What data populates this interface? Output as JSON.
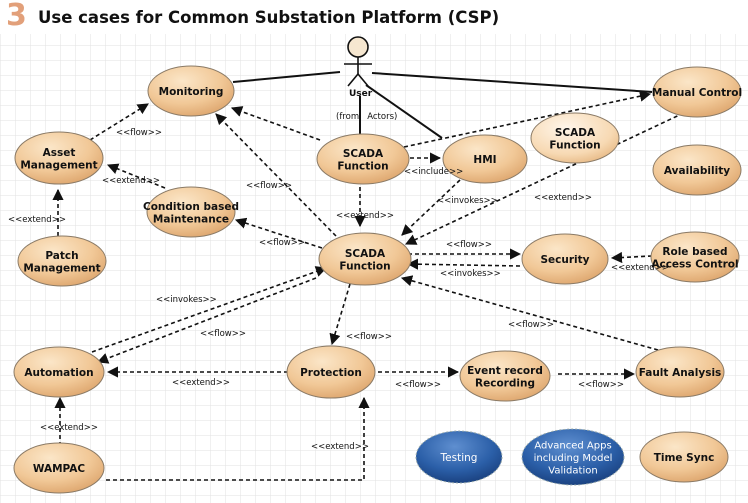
{
  "header": {
    "number": "3",
    "title": "Use cases for Common Substation Platform (CSP)"
  },
  "colors": {
    "node_fill": "#f1c897",
    "node_light": "#fae3c6",
    "blue_fill": "#2b5fa8",
    "grid": "#e2e2e2"
  },
  "actor": {
    "label": "User",
    "note": "(from   Actors)"
  },
  "nodes": {
    "monitoring": [
      "Monitoring"
    ],
    "manual_control": [
      "Manual Control"
    ],
    "asset_management": [
      "Asset",
      "Management"
    ],
    "scada_top": [
      "SCADA",
      "Function"
    ],
    "hmi": [
      "HMI"
    ],
    "scada_right": [
      "SCADA",
      "Function"
    ],
    "availability": [
      "Availability"
    ],
    "cbm": [
      "Condition based",
      "Maintenance"
    ],
    "patch_management": [
      "Patch",
      "Management"
    ],
    "scada_main": [
      "SCADA",
      "Function"
    ],
    "security": [
      "Security"
    ],
    "rbac": [
      "Role based",
      "Access Control"
    ],
    "automation": [
      "Automation"
    ],
    "protection": [
      "Protection"
    ],
    "event_record": [
      "Event record",
      "Recording"
    ],
    "fault_analysis": [
      "Fault Analysis"
    ],
    "wampac": [
      "WAMPAC"
    ],
    "testing": [
      "Testing"
    ],
    "advanced_apps": [
      "Advanced Apps",
      "including Model",
      "Validation"
    ],
    "time_sync": [
      "Time Sync"
    ]
  },
  "edge_labels": {
    "asset_monitoring": "<<flow>>",
    "cbm_asset": "<<extend>>",
    "patch_asset": "<<extend>>",
    "scadamain_monitoring": "<<flow>>",
    "hmi_include": "<<include>>",
    "scadatop_main": "<<extend>>",
    "hmi_invokes": "<<invokes>>",
    "manual_extend": "<<extend>>",
    "main_cbm": "<<flow>>",
    "main_security": "<<flow>>",
    "security_main": "<<invokes>>",
    "rbac_extend": "<<extend>>",
    "automation_invokes": "<<invokes>>",
    "main_automation": "<<flow>>",
    "main_protection": "<<flow>>",
    "fault_main": "<<flow>>",
    "protection_automation": "<<extend>>",
    "protection_event": "<<flow>>",
    "event_fault": "<<flow>>",
    "wampac_automation": "<<extend>>",
    "wampac_protection": "<<extend>>"
  }
}
